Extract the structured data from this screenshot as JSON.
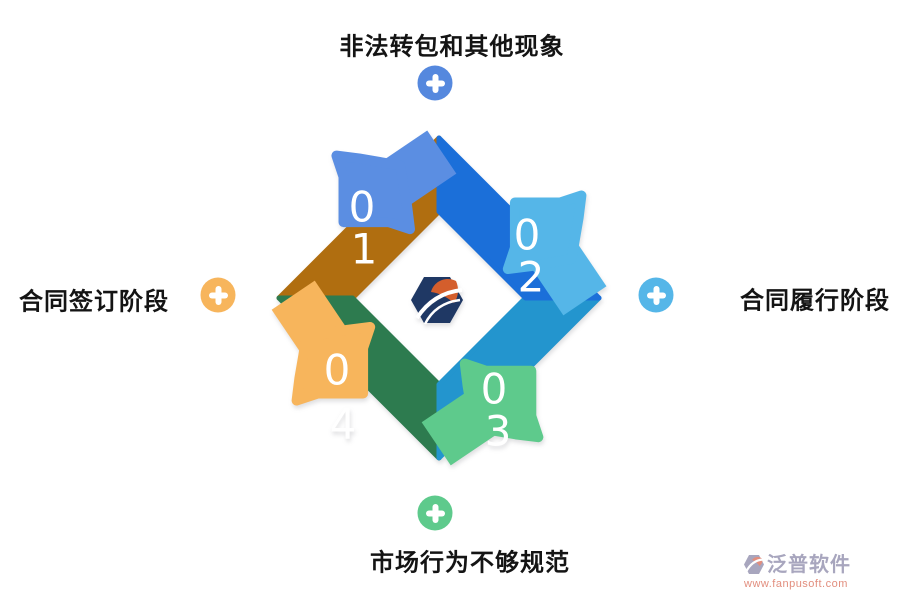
{
  "page": {
    "background": "#ffffff"
  },
  "diagram": {
    "type": "cycle-arrows",
    "center_logo": "fanpu-hexagon-logo",
    "logo_colors": {
      "navy": "#1f3864",
      "orange": "#d45e2c"
    },
    "nodes": [
      {
        "position": "top",
        "label": "非法转包和其他现象",
        "number": "01",
        "digit_top": "0",
        "digit_bottom": "1",
        "head_color": "#5b8ee2",
        "tail_color": "#1b6fd9",
        "plus_color": "#5588de"
      },
      {
        "position": "right",
        "label": "合同履行阶段",
        "number": "02",
        "digit_top": "0",
        "digit_bottom": "2",
        "head_color": "#55b6e8",
        "tail_color": "#2395ce",
        "plus_color": "#55b6e8"
      },
      {
        "position": "bottom",
        "label": "市场行为不够规范",
        "number": "03",
        "digit_top": "0",
        "digit_bottom": "3",
        "head_color": "#5eca8c",
        "tail_color": "#2d7b4f",
        "plus_color": "#5eca8c"
      },
      {
        "position": "left",
        "label": "合同签订阶段",
        "number": "04",
        "digit_top": "0",
        "digit_bottom": "4",
        "head_color": "#f7b55c",
        "tail_color": "#b06e10",
        "plus_color": "#f7b55c"
      }
    ]
  },
  "watermark": {
    "brand": "泛普软件",
    "url": "www.fanpusoft.com",
    "brand_color": "#a8a6be",
    "url_color": "#e28e7e"
  }
}
